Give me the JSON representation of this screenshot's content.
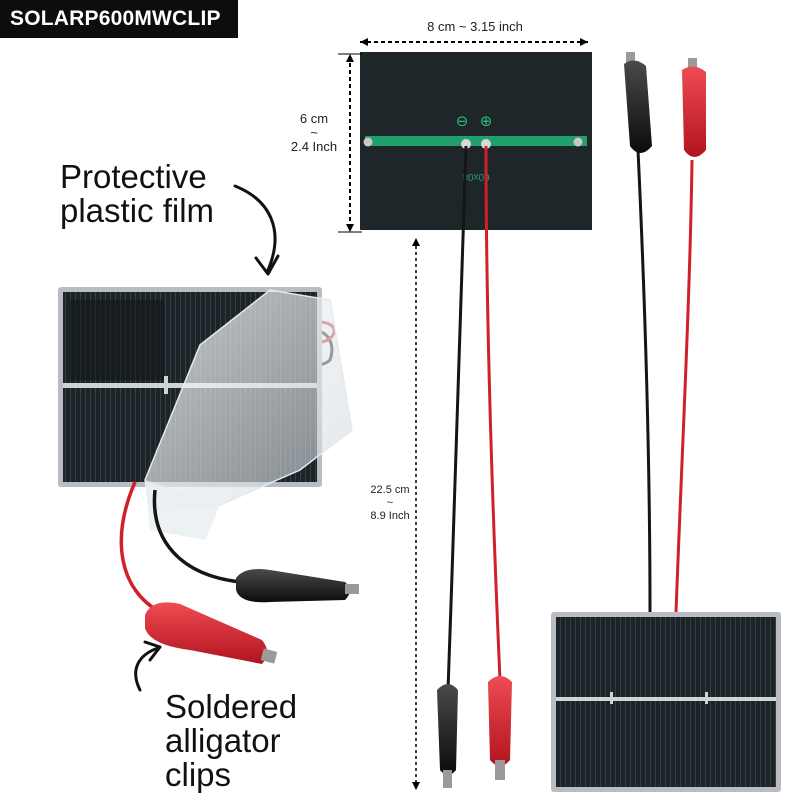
{
  "product_code": "SOLARP600MWCLIP",
  "callouts": {
    "film_line1": "Protective",
    "film_line2": "plastic film",
    "clips_line1": "Soldered",
    "clips_line2": "alligator",
    "clips_line3": "clips"
  },
  "dimensions": {
    "width_label": "8 cm ~ 3.15 inch",
    "height_cm": "6 cm",
    "height_tilde": "~",
    "height_in": "2.4 Inch",
    "cable_cm": "22.5 cm",
    "cable_tilde": "~",
    "cable_in": "8.9 Inch"
  },
  "panel_markings": {
    "minus_symbol": "⊖",
    "plus_symbol": "⊕",
    "pcb_text": "60x08"
  },
  "colors": {
    "panel": "#1b2327",
    "panel_frame": "#b9bcc0",
    "pcb_strip": "#1fa06b",
    "wire_red": "#d0202a",
    "wire_black": "#161616",
    "clip_red": "#d4222d",
    "clip_black": "#1a1a1a"
  }
}
